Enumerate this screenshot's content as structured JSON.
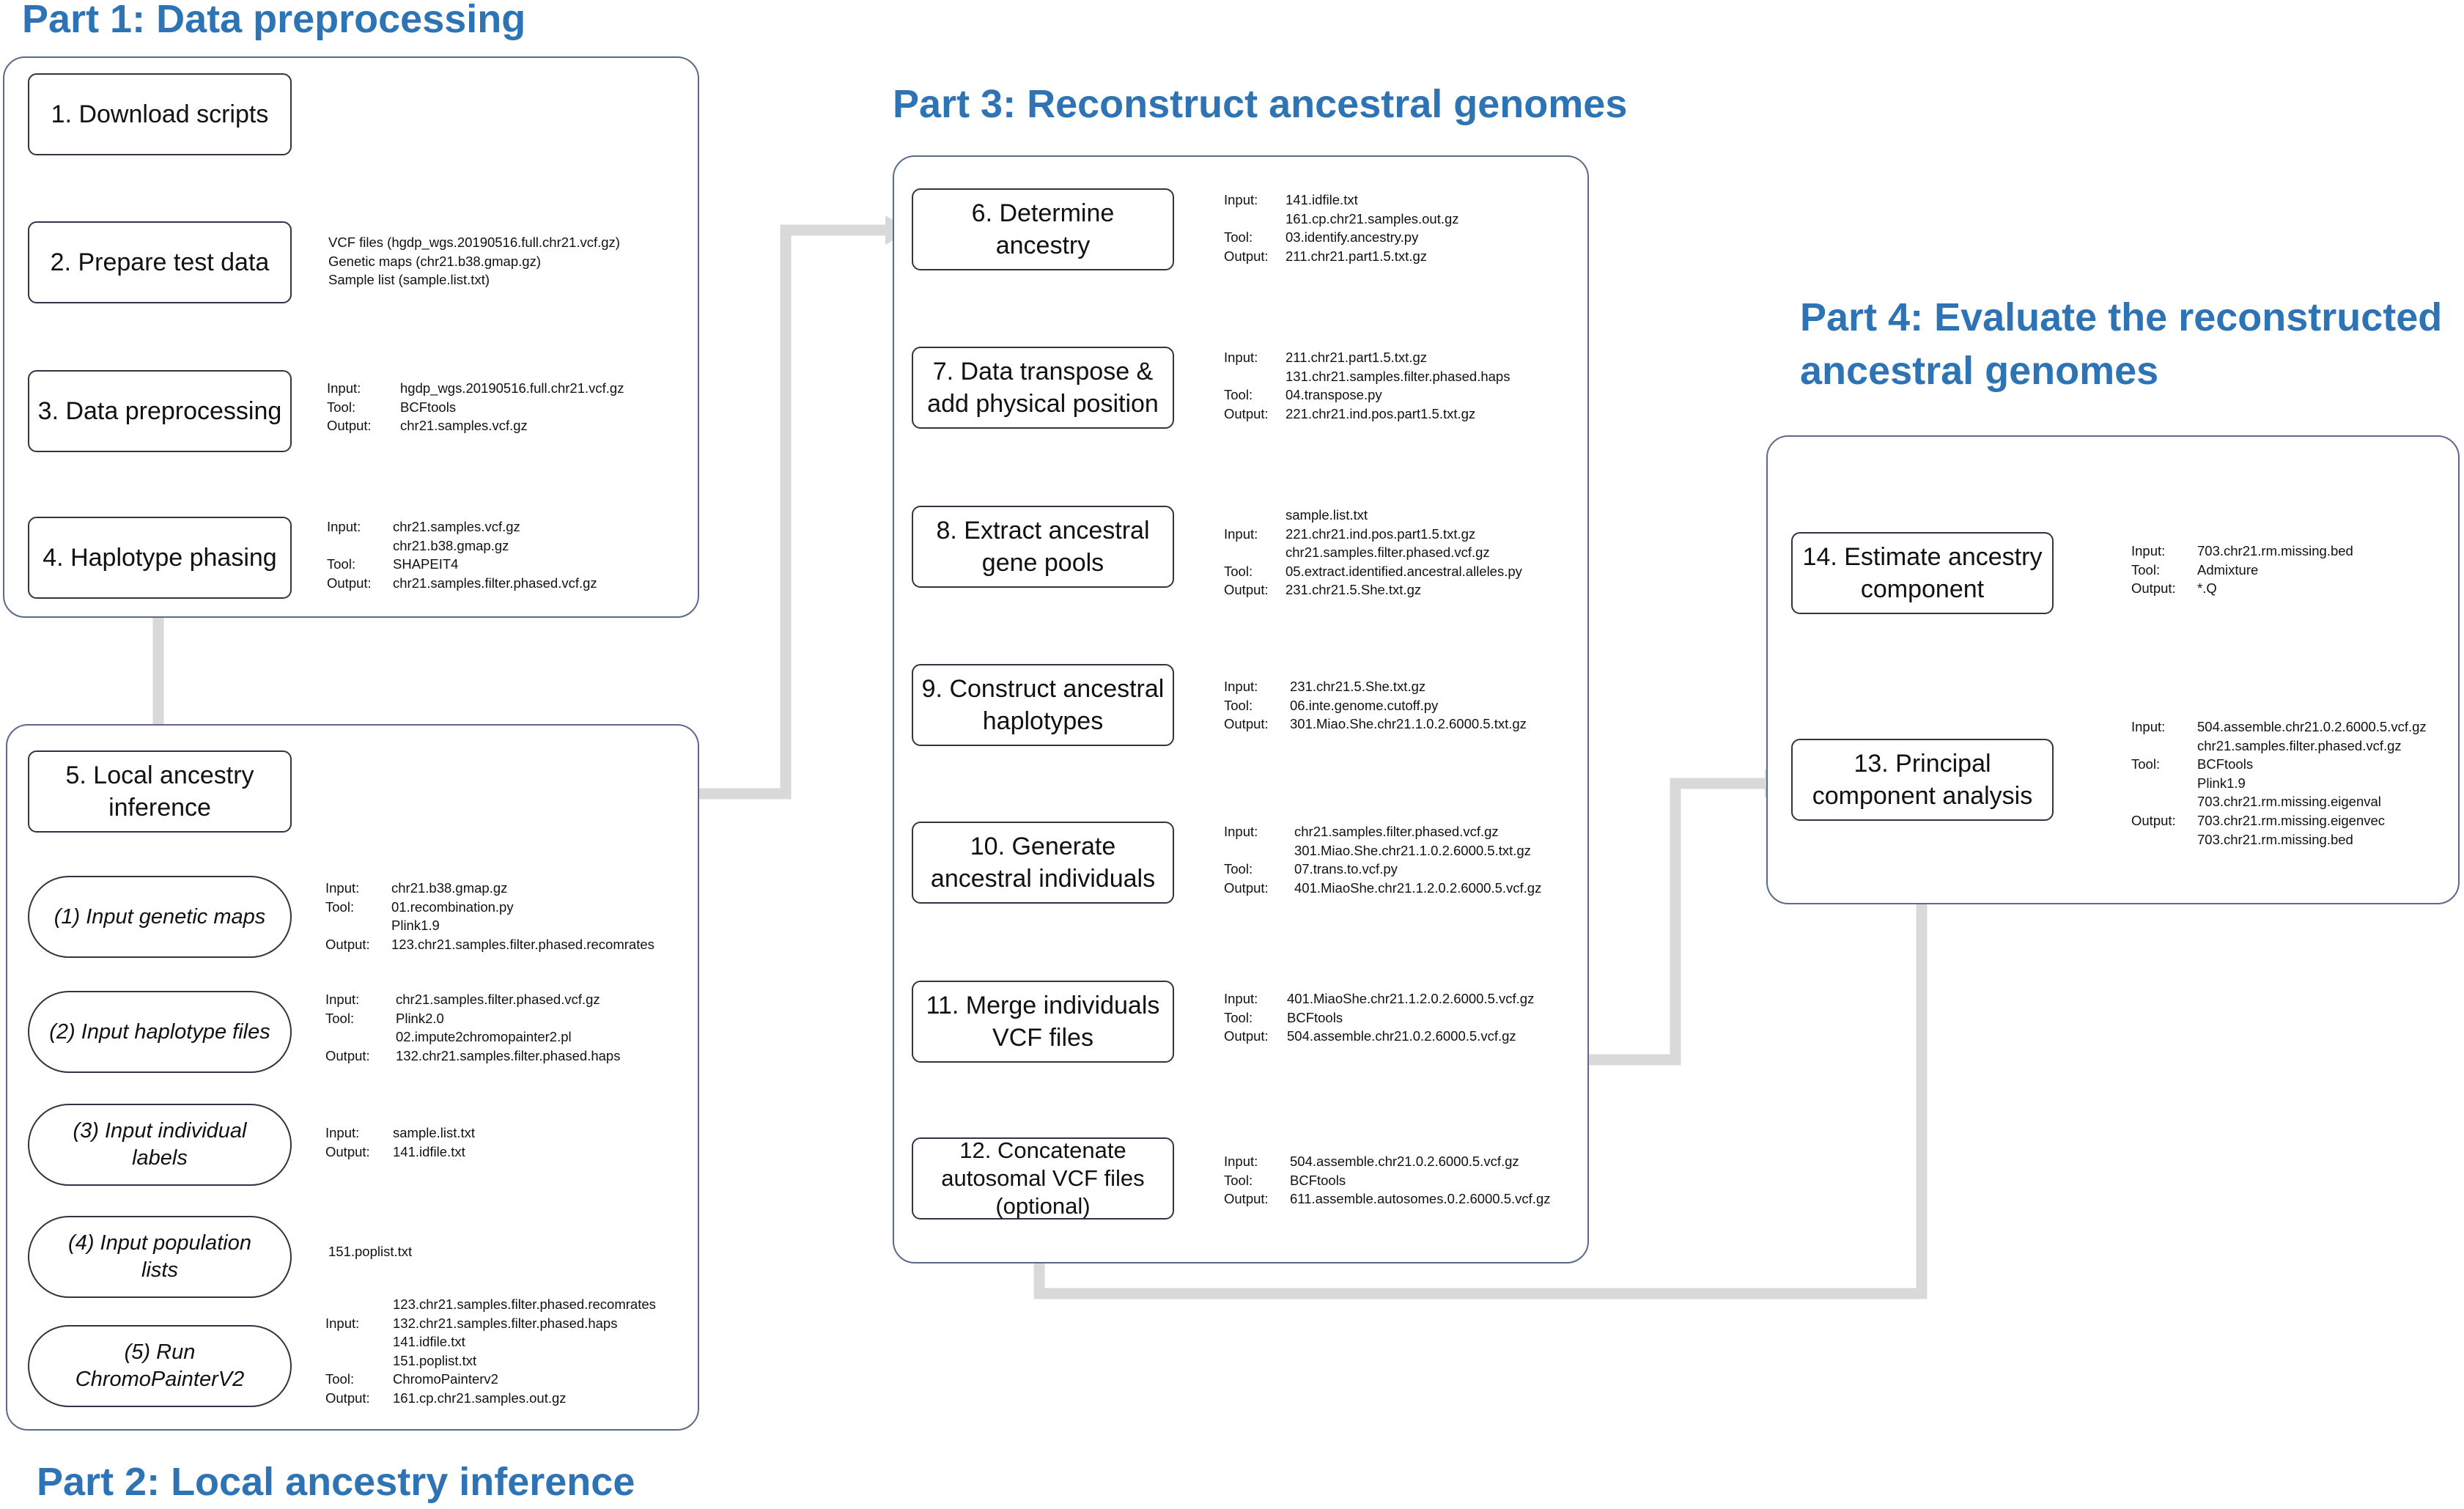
{
  "parts": {
    "part1_title": "Part 1: Data preprocessing",
    "part2_title": "Part 2: Local ancestry inference",
    "part3_title": "Part 3: Reconstruct ancestral genomes",
    "part4_title": "Part 4: Evaluate the reconstructed ancestral genomes"
  },
  "steps": {
    "s1": "1. Download scripts",
    "s2": "2. Prepare test data",
    "s3": "3. Data preprocessing",
    "s4": "4. Haplotype phasing",
    "s5": "5. Local ancestry\ninference",
    "s6": "6. Determine\nancestry",
    "s7": "7. Data transpose &\nadd physical position",
    "s8": "8. Extract ancestral\ngene pools",
    "s9": "9. Construct ancestral\nhaplotypes",
    "s10": "10. Generate\nancestral individuals",
    "s11": "11. Merge individuals\nVCF files",
    "s12": "12. Concatenate\nautosomal VCF files\n(optional)",
    "s13": "13. Principal\ncomponent analysis",
    "s14": "14. Estimate ancestry\ncomponent"
  },
  "substeps": {
    "a1": "(1) Input genetic maps",
    "a2": "(2) Input haplotype files",
    "a3": "(3) Input individual\nlabels",
    "a4": "(4) Input population\nlists",
    "a5": "(5) Run\nChromoPainterV2"
  },
  "labels": {
    "input": "Input:",
    "tool": "Tool:",
    "output": "Output:"
  },
  "details": {
    "d2": [
      "VCF files (hgdp_wgs.20190516.full.chr21.vcf.gz)",
      "Genetic maps (chr21.b38.gmap.gz)",
      "Sample list (sample.list.txt)"
    ],
    "d3": {
      "input": [
        "hgdp_wgs.20190516.full.chr21.vcf.gz"
      ],
      "tool": [
        "BCFtools"
      ],
      "output": [
        "chr21.samples.vcf.gz"
      ]
    },
    "d4": {
      "input": [
        "chr21.samples.vcf.gz",
        "chr21.b38.gmap.gz"
      ],
      "tool": [
        "SHAPEIT4"
      ],
      "output": [
        "chr21.samples.filter.phased.vcf.gz"
      ]
    },
    "da1": {
      "input": [
        "chr21.b38.gmap.gz"
      ],
      "tool": [
        "01.recombination.py",
        "Plink1.9"
      ],
      "output": [
        "123.chr21.samples.filter.phased.recomrates"
      ]
    },
    "da2": {
      "input": [
        "chr21.samples.filter.phased.vcf.gz"
      ],
      "tool": [
        "Plink2.0",
        "02.impute2chromopainter2.pl"
      ],
      "output": [
        "132.chr21.samples.filter.phased.haps"
      ]
    },
    "da3": {
      "input": [
        "sample.list.txt"
      ],
      "output": [
        "141.idfile.txt"
      ]
    },
    "da4": [
      "151.poplist.txt"
    ],
    "da5": {
      "input": [
        "123.chr21.samples.filter.phased.recomrates",
        "132.chr21.samples.filter.phased.haps",
        "141.idfile.txt",
        "151.poplist.txt"
      ],
      "tool": [
        "ChromoPainterv2"
      ],
      "output": [
        "161.cp.chr21.samples.out.gz"
      ]
    },
    "d6": {
      "input": [
        "141.idfile.txt",
        "161.cp.chr21.samples.out.gz"
      ],
      "tool": [
        "03.identify.ancestry.py"
      ],
      "output": [
        "211.chr21.part1.5.txt.gz"
      ]
    },
    "d7": {
      "input": [
        "211.chr21.part1.5.txt.gz",
        "131.chr21.samples.filter.phased.haps"
      ],
      "tool": [
        "04.transpose.py"
      ],
      "output": [
        "221.chr21.ind.pos.part1.5.txt.gz"
      ]
    },
    "d8": {
      "input": [
        "sample.list.txt",
        "221.chr21.ind.pos.part1.5.txt.gz",
        "chr21.samples.filter.phased.vcf.gz"
      ],
      "tool": [
        "05.extract.identified.ancestral.alleles.py"
      ],
      "output": [
        "231.chr21.5.She.txt.gz"
      ]
    },
    "d9": {
      "input": [
        "231.chr21.5.She.txt.gz"
      ],
      "tool": [
        "06.inte.genome.cutoff.py"
      ],
      "output": [
        "301.Miao.She.chr21.1.0.2.6000.5.txt.gz"
      ]
    },
    "d10": {
      "input": [
        "chr21.samples.filter.phased.vcf.gz",
        "301.Miao.She.chr21.1.0.2.6000.5.txt.gz"
      ],
      "tool": [
        "07.trans.to.vcf.py"
      ],
      "output": [
        "401.MiaoShe.chr21.1.2.0.2.6000.5.vcf.gz"
      ]
    },
    "d11": {
      "input": [
        "401.MiaoShe.chr21.1.2.0.2.6000.5.vcf.gz"
      ],
      "tool": [
        "BCFtools"
      ],
      "output": [
        "504.assemble.chr21.0.2.6000.5.vcf.gz"
      ]
    },
    "d12": {
      "input": [
        "504.assemble.chr21.0.2.6000.5.vcf.gz"
      ],
      "tool": [
        "BCFtools"
      ],
      "output": [
        "611.assemble.autosomes.0.2.6000.5.vcf.gz"
      ]
    },
    "d13": {
      "input": [
        "504.assemble.chr21.0.2.6000.5.vcf.gz",
        "chr21.samples.filter.phased.vcf.gz"
      ],
      "tool": [
        "BCFtools",
        "Plink1.9"
      ],
      "output": [
        "703.chr21.rm.missing.eigenval",
        "703.chr21.rm.missing.eigenvec",
        "703.chr21.rm.missing.bed"
      ]
    },
    "d14": {
      "input": [
        "703.chr21.rm.missing.bed"
      ],
      "tool": [
        "Admixture"
      ],
      "output": [
        "*.Q"
      ]
    }
  },
  "colors": {
    "title": "#2e74b5",
    "arrow": "#d9d9d9",
    "panel_border": "#5b6a88",
    "box_border": "#2f3542"
  }
}
